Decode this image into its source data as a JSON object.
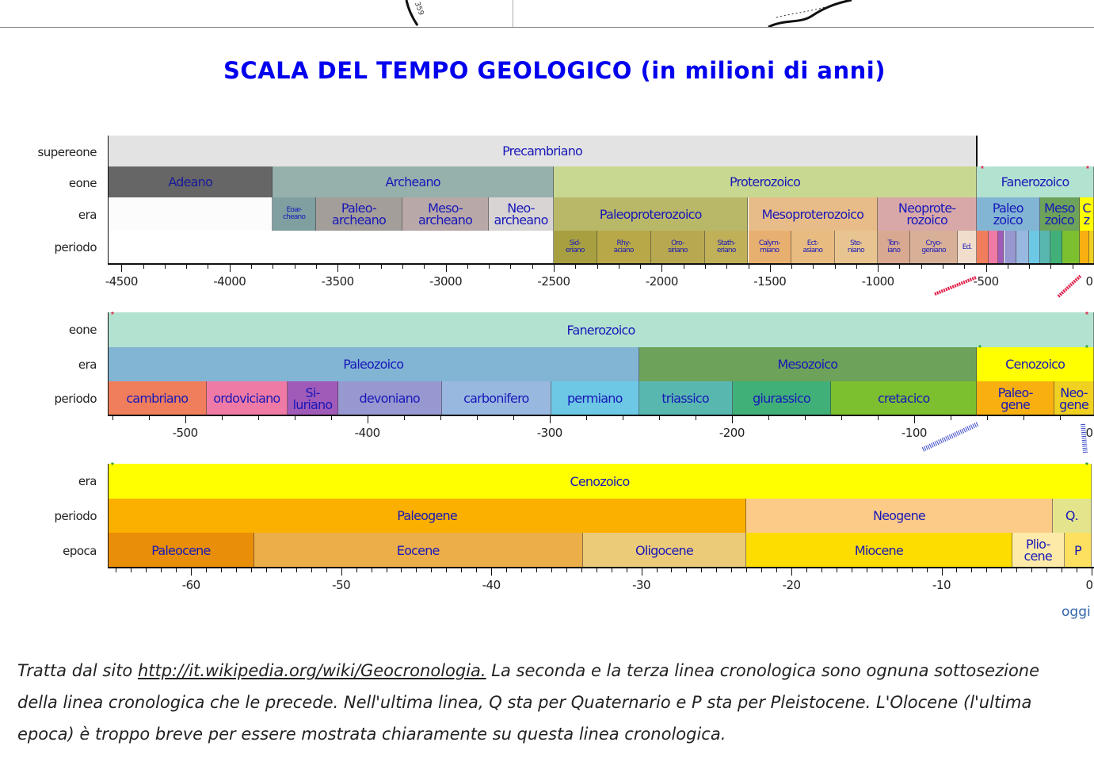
{
  "top_fragment": {
    "map_number": "359"
  },
  "title": "SCALA DEL TEMPO GEOLOGICO (in milioni di anni)",
  "colors": {
    "title": "#0000ee",
    "label_text": "#1818b8",
    "precambriano": "#e3e3e3",
    "adeano": "#666666",
    "archeano": "#96b0ac",
    "proterozoico": "#c8d890",
    "fanerozoico_eone": "#b2e2d0",
    "paleozoico": "#82b4d4",
    "mesozoico": "#6da25a",
    "cenozoico": "#ffff00",
    "link_hatch_red": "#e0204a",
    "link_hatch_blue": "#3a46c8"
  },
  "timeline1": {
    "axis": {
      "min": -4500,
      "max": 0,
      "ticks": [
        "-4500",
        "-4000",
        "-3500",
        "-3000",
        "-2500",
        "-2000",
        "-1500",
        "-1000",
        "-500",
        "0"
      ]
    },
    "row_labels": {
      "supereone": "supereone",
      "eone": "eone",
      "era": "era",
      "periodo": "periodo"
    },
    "supereone": [
      {
        "name": "Precambriano",
        "start": -4560,
        "end": -542,
        "color": "#e3e3e3"
      }
    ],
    "eone": [
      {
        "name": "Adeano",
        "start": -4560,
        "end": -3800,
        "color": "#666666"
      },
      {
        "name": "Archeano",
        "start": -3800,
        "end": -2500,
        "color": "#96b0ac"
      },
      {
        "name": "Proterozoico",
        "start": -2500,
        "end": -542,
        "color": "#c8d890"
      },
      {
        "name": "Fanerozoico",
        "start": -542,
        "end": 0,
        "color": "#b2e2d0"
      }
    ],
    "era": [
      {
        "name": "",
        "start": -4560,
        "end": -3800,
        "color": "#fcfcfc"
      },
      {
        "name": "Eoar-\ncheano",
        "start": -3800,
        "end": -3600,
        "color": "#7f9fa0",
        "size": "tiny"
      },
      {
        "name": "Paleo-\narcheano",
        "start": -3600,
        "end": -3200,
        "color": "#a39e9a"
      },
      {
        "name": "Meso-\narcheano",
        "start": -3200,
        "end": -2800,
        "color": "#b8a8a8"
      },
      {
        "name": "Neo-\narcheano",
        "start": -2800,
        "end": -2500,
        "color": "#d8d4d4"
      },
      {
        "name": "Paleoproterozoico",
        "start": -2500,
        "end": -1600,
        "color": "#b8b868"
      },
      {
        "name": "Mesoproterozoico",
        "start": -1600,
        "end": -1000,
        "color": "#e8bc88"
      },
      {
        "name": "Neoprote-\nrozoico",
        "start": -1000,
        "end": -542,
        "color": "#d8a8a8"
      },
      {
        "name": "Paleo\nzoico",
        "start": -542,
        "end": -251,
        "color": "#82b4d4"
      },
      {
        "name": "Meso\nzoico",
        "start": -251,
        "end": -65.5,
        "color": "#6da25a"
      },
      {
        "name": "C\nz",
        "start": -65.5,
        "end": 0,
        "color": "#ffff00"
      }
    ],
    "periodo": [
      {
        "name": "",
        "start": -4560,
        "end": -2500,
        "color": "#ffffff"
      },
      {
        "name": "Sid-\neriano",
        "start": -2500,
        "end": -2300,
        "color": "#a8a040"
      },
      {
        "name": "Rhy-\naciano",
        "start": -2300,
        "end": -2050,
        "color": "#b8a848"
      },
      {
        "name": "Oro-\nsiriano",
        "start": -2050,
        "end": -1800,
        "color": "#b8a850"
      },
      {
        "name": "Stath-\neriano",
        "start": -1800,
        "end": -1600,
        "color": "#c0b058"
      },
      {
        "name": "Calym-\nmiano",
        "start": -1600,
        "end": -1400,
        "color": "#e8b070"
      },
      {
        "name": "Ect-\nasiano",
        "start": -1400,
        "end": -1200,
        "color": "#e8bc80"
      },
      {
        "name": "Ste-\nniano",
        "start": -1200,
        "end": -1000,
        "color": "#e8c490"
      },
      {
        "name": "Ton-\niano",
        "start": -1000,
        "end": -850,
        "color": "#d8a890"
      },
      {
        "name": "Cryo-\ngeniano",
        "start": -850,
        "end": -630,
        "color": "#d8b098"
      },
      {
        "name": "Ed.",
        "start": -630,
        "end": -542,
        "color": "#f0ddcc"
      },
      {
        "name": "",
        "start": -542,
        "end": -488,
        "color": "#f07e5c"
      },
      {
        "name": "",
        "start": -488,
        "end": -444,
        "color": "#ef7aa5"
      },
      {
        "name": "",
        "start": -444,
        "end": -416,
        "color": "#a05ab8"
      },
      {
        "name": "",
        "start": -416,
        "end": -359,
        "color": "#9898d0"
      },
      {
        "name": "",
        "start": -359,
        "end": -299,
        "color": "#98b8e0"
      },
      {
        "name": "",
        "start": -299,
        "end": -251,
        "color": "#6cc8e4"
      },
      {
        "name": "",
        "start": -251,
        "end": -200,
        "color": "#58b8b0"
      },
      {
        "name": "",
        "start": -200,
        "end": -145,
        "color": "#40b078"
      },
      {
        "name": "",
        "start": -145,
        "end": -65.5,
        "color": "#7cc030"
      },
      {
        "name": "",
        "start": -65.5,
        "end": -23,
        "color": "#f8b010"
      },
      {
        "name": "",
        "start": -23,
        "end": 0,
        "color": "#f0d020"
      }
    ]
  },
  "timeline2": {
    "axis": {
      "min": -542,
      "max": 0,
      "ticks": [
        "-500",
        "-400",
        "-300",
        "-200",
        "-100",
        "0"
      ]
    },
    "row_labels": {
      "eone": "eone",
      "era": "era",
      "periodo": "periodo"
    },
    "eone": [
      {
        "name": "Fanerozoico",
        "start": -542,
        "end": 0,
        "color": "#b2e2d0"
      }
    ],
    "era": [
      {
        "name": "Paleozoico",
        "start": -542,
        "end": -251,
        "color": "#82b4d4"
      },
      {
        "name": "Mesozoico",
        "start": -251,
        "end": -65.5,
        "color": "#6da25a"
      },
      {
        "name": "Cenozoico",
        "start": -65.5,
        "end": 0,
        "color": "#ffff00"
      }
    ],
    "periodo": [
      {
        "name": "cambriano",
        "start": -542,
        "end": -488.3,
        "color": "#f07e5c"
      },
      {
        "name": "ordoviciano",
        "start": -488.3,
        "end": -443.7,
        "color": "#ef7aa5"
      },
      {
        "name": "Si-\nluriano",
        "start": -443.7,
        "end": -416,
        "color": "#a05ab8"
      },
      {
        "name": "devoniano",
        "start": -416,
        "end": -359.2,
        "color": "#9898d0"
      },
      {
        "name": "carbonifero",
        "start": -359.2,
        "end": -299,
        "color": "#98b8e0"
      },
      {
        "name": "permiano",
        "start": -299,
        "end": -251,
        "color": "#6cc8e4"
      },
      {
        "name": "triassico",
        "start": -251,
        "end": -199.6,
        "color": "#58b8b0"
      },
      {
        "name": "giurassico",
        "start": -199.6,
        "end": -145.5,
        "color": "#40b078"
      },
      {
        "name": "cretacico",
        "start": -145.5,
        "end": -65.5,
        "color": "#7cc030"
      },
      {
        "name": "Paleo-\ngene",
        "start": -65.5,
        "end": -23,
        "color": "#f8b010"
      },
      {
        "name": "Neo-\ngene",
        "start": -23,
        "end": 0,
        "color": "#f0d020"
      }
    ]
  },
  "timeline3": {
    "axis": {
      "min": -65.5,
      "max": 0,
      "ticks": [
        "-60",
        "-50",
        "-40",
        "-30",
        "-20",
        "-10",
        "0"
      ]
    },
    "row_labels": {
      "era": "era",
      "periodo": "periodo",
      "epoca": "epoca"
    },
    "era": [
      {
        "name": "Cenozoico",
        "start": -65.5,
        "end": 0,
        "color": "#ffff00"
      }
    ],
    "periodo": [
      {
        "name": "Paleogene",
        "start": -65.5,
        "end": -23,
        "color": "#fbb000"
      },
      {
        "name": "Neogene",
        "start": -23,
        "end": -2.6,
        "color": "#fdcb88"
      },
      {
        "name": "Q.",
        "start": -2.6,
        "end": 0,
        "color": "#e4e48c"
      }
    ],
    "epoca": [
      {
        "name": "Paleocene",
        "start": -65.5,
        "end": -55.8,
        "color": "#e88e08"
      },
      {
        "name": "Eocene",
        "start": -55.8,
        "end": -33.9,
        "color": "#ecae48"
      },
      {
        "name": "Oligocene",
        "start": -33.9,
        "end": -23,
        "color": "#eccb78"
      },
      {
        "name": "Miocene",
        "start": -23,
        "end": -5.3,
        "color": "#fddc00"
      },
      {
        "name": "Plio-\ncene",
        "start": -5.3,
        "end": -1.8,
        "color": "#fdeaa8"
      },
      {
        "name": "P",
        "start": -1.8,
        "end": 0,
        "color": "#fde060"
      }
    ],
    "oggi": "oggi"
  },
  "caption": {
    "prefix": "Tratta dal sito ",
    "link": "http://it.wikipedia.org/wiki/Geocronologia.",
    "line1_rest": " La seconda e la terza linea cronologica sono ognuna sottosezione",
    "line2": "della linea cronologica che le precede. Nell'ultima linea, Q sta per Quaternario e P sta per Pleistocene. L'Olocene (l'ultima",
    "line3": "epoca) è troppo breve per essere mostrata chiaramente su questa linea cronologica."
  }
}
